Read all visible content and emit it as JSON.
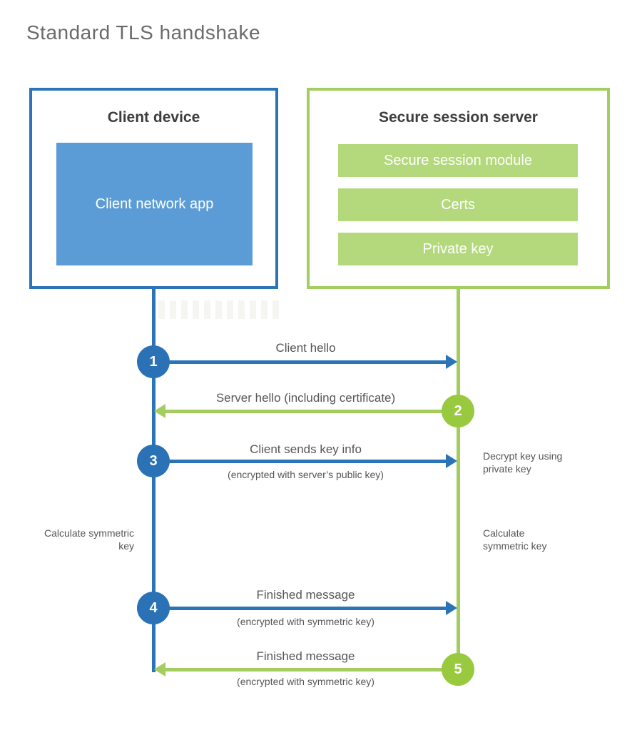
{
  "title": "Standard TLS handshake",
  "colors": {
    "blue_border": "#2c74b8",
    "blue_fill": "#5c9cd6",
    "blue_circle": "#2a72b5",
    "green_border": "#a3ce5f",
    "green_fill": "#b4d97c",
    "green_circle": "#98c93e",
    "heading_text": "#3d3d3d",
    "label_text": "#565656",
    "title_text": "#6b6b6b"
  },
  "client": {
    "title": "Client device",
    "app_label": "Client network app"
  },
  "server": {
    "title": "Secure session server",
    "modules": [
      "Secure session module",
      "Certs",
      "Private key"
    ]
  },
  "messages": [
    {
      "step": "1",
      "direction": "right",
      "label": "Client hello",
      "sublabel": ""
    },
    {
      "step": "2",
      "direction": "left",
      "label": "Server hello (including certificate)",
      "sublabel": ""
    },
    {
      "step": "3",
      "direction": "right",
      "label": "Client sends key info",
      "sublabel": "(encrypted with server’s public key)"
    },
    {
      "step": "4",
      "direction": "right",
      "label": "Finished message",
      "sublabel": "(encrypted with symmetric key)"
    },
    {
      "step": "5",
      "direction": "left",
      "label": "Finished message",
      "sublabel": "(encrypted with symmetric key)"
    }
  ],
  "notes": {
    "decrypt": "Decrypt key using private key",
    "calc_left": "Calculate symmetric key",
    "calc_right": "Calculate symmetric key"
  }
}
